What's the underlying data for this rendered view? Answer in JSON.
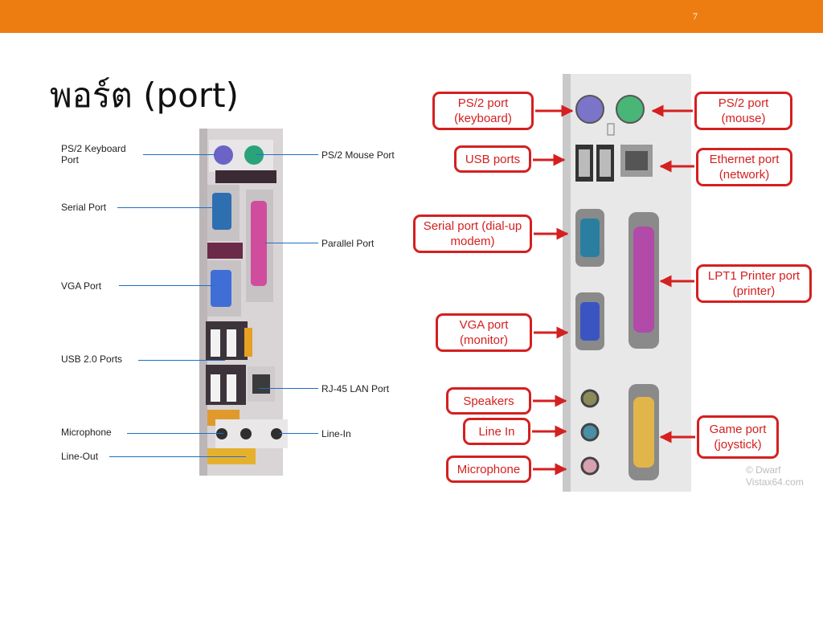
{
  "header": {
    "slide_number": "7",
    "accent_color": "#ee7d11"
  },
  "title": "พอร์ต (port)",
  "left_diagram": {
    "labels": {
      "ps2_keyboard": "PS/2 Keyboard Port",
      "ps2_mouse": "PS/2 Mouse Port",
      "serial": "Serial Port",
      "parallel": "Parallel Port",
      "vga": "VGA Port",
      "usb": "USB 2.0 Ports",
      "rj45": "RJ-45 LAN Port",
      "microphone": "Microphone",
      "line_in": "Line-In",
      "line_out": "Line-Out"
    }
  },
  "right_diagram": {
    "callouts": {
      "ps2_keyboard": "PS/2 port (keyboard)",
      "ps2_mouse": "PS/2 port (mouse)",
      "usb": "USB ports",
      "ethernet": "Ethernet port (network)",
      "serial": "Serial port (dial-up modem)",
      "lpt1": "LPT1 Printer port (printer)",
      "vga": "VGA port (monitor)",
      "speakers": "Speakers",
      "line_in": "Line In",
      "microphone": "Microphone",
      "game": "Game port (joystick)"
    },
    "watermark": "© Dwarf Vistax64.com",
    "callout_color": "#d42020"
  }
}
